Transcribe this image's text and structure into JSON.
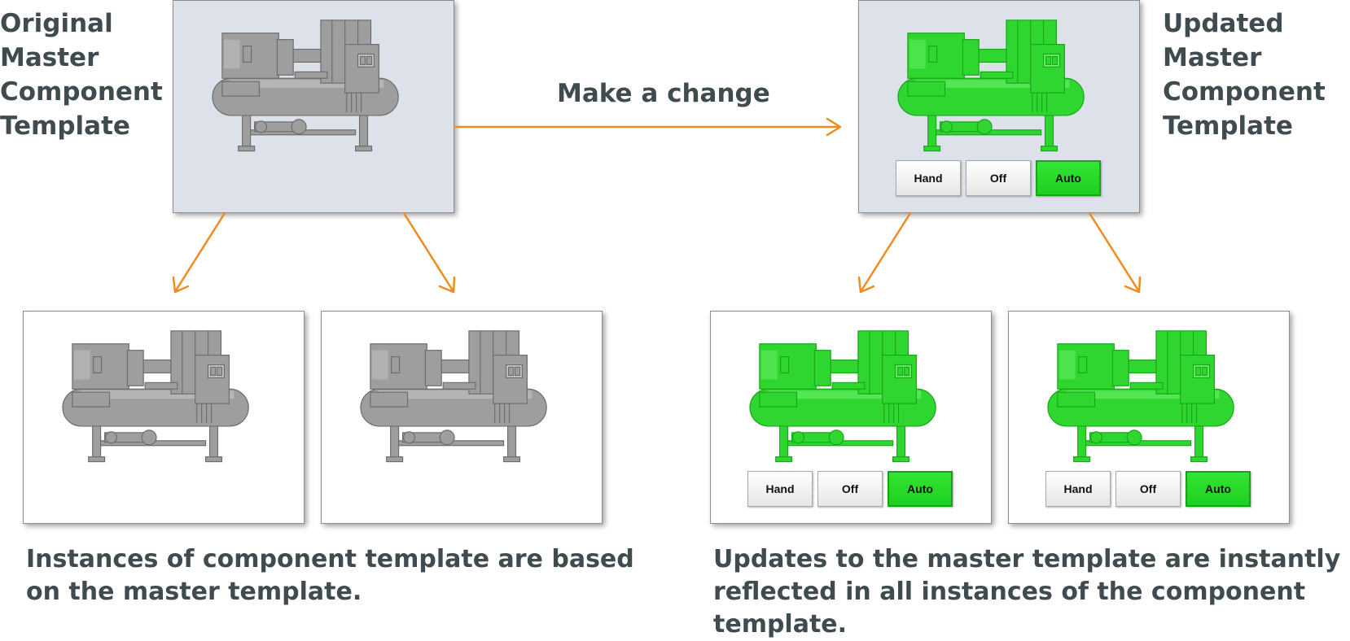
{
  "headings": {
    "original": "Original\nMaster\nComponent\nTemplate",
    "updated": "Updated\nMaster\nComponent\nTemplate"
  },
  "arrow_label": "Make a change",
  "captions": {
    "left": "Instances of component template are based\non the master template.",
    "right": "Updates to the master template are instantly\nreflected in all instances of the component template."
  },
  "buttons": {
    "hand": "Hand",
    "off": "Off",
    "auto": "Auto"
  },
  "colors": {
    "arrow": "#ef8c1f",
    "text": "#3f4b4f",
    "machine_gray": "#9e9e9e",
    "machine_green": "#2fd62f",
    "master_bg": "#dde2ea"
  }
}
